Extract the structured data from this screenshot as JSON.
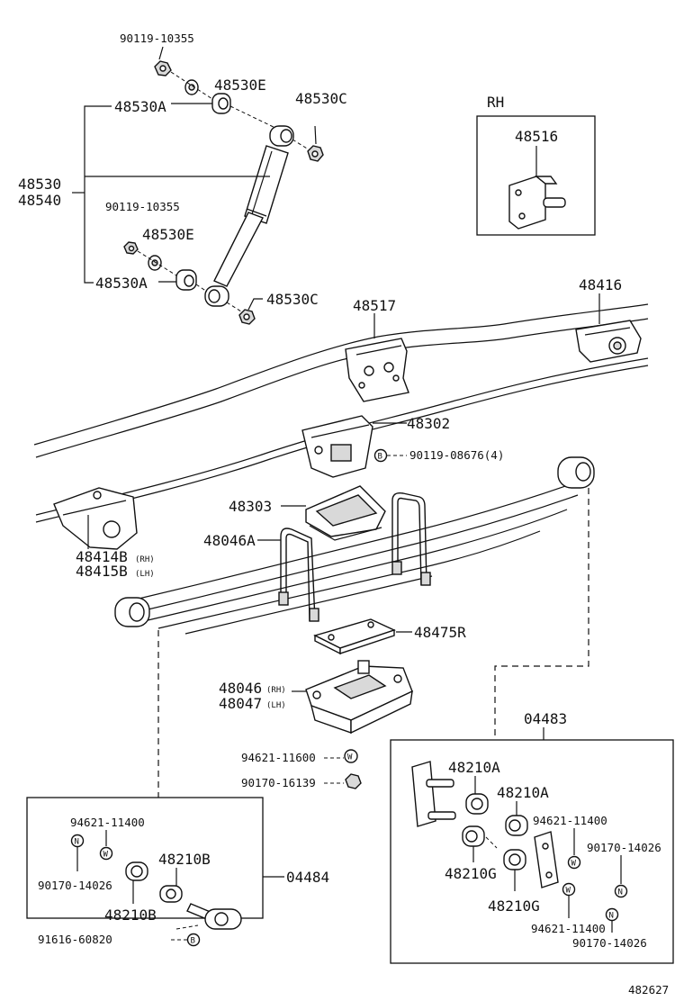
{
  "labels": {
    "bolt_top": "90119-10355",
    "bush_e_top": "48530E",
    "bush_a_top": "48530A",
    "nut_c_top": "48530C",
    "absorber_1": "48530",
    "absorber_2": "48540",
    "bolt_mid": "90119-10355",
    "bush_e_mid": "48530E",
    "bush_a_bottom": "48530A",
    "nut_c_bottom": "48530C",
    "rh": "RH",
    "bracket_rh": "48516",
    "bracket_48517": "48517",
    "hanger_48416": "48416",
    "bumper_48302": "48302",
    "bolt_48302": "90119-08676(4)",
    "bolt_48302_badge": "B",
    "seat_48303": "48303",
    "ubolt": "48046A",
    "hanger_front_1": "48414B",
    "hanger_front_1_side": "(RH)",
    "hanger_front_2": "48415B",
    "hanger_front_2_side": "(LH)",
    "plate_48475r": "48475R",
    "seat_lower_1": "48046",
    "seat_lower_1_side": "(RH)",
    "seat_lower_2": "48047",
    "seat_lower_2_side": "(LH)",
    "kit_04483": "04483",
    "washer_mid": "94621-11600",
    "washer_mid_badge": "W",
    "nut_mid": "90170-16139",
    "kit_04484": "04484",
    "left_washer": "94621-11400",
    "left_washer_badge": "W",
    "left_nut": "90170-14026",
    "left_nut_badge": "N",
    "left_bush_1": "48210B",
    "left_bush_2": "48210B",
    "left_bolt": "91616-60820",
    "left_bolt_badge": "B",
    "right_bush_a1": "48210A",
    "right_bush_a2": "48210A",
    "right_washer_1": "94621-11400",
    "right_washer_1_badge": "W",
    "right_nut_1": "90170-14026",
    "right_nut_1_badge": "N",
    "right_bush_g1": "48210G",
    "right_bush_g2": "48210G",
    "right_washer_2": "94621-11400",
    "right_washer_2_badge": "W",
    "right_nut_2": "90170-14026",
    "right_nut_2_badge": "N",
    "figure_id": "482627"
  }
}
